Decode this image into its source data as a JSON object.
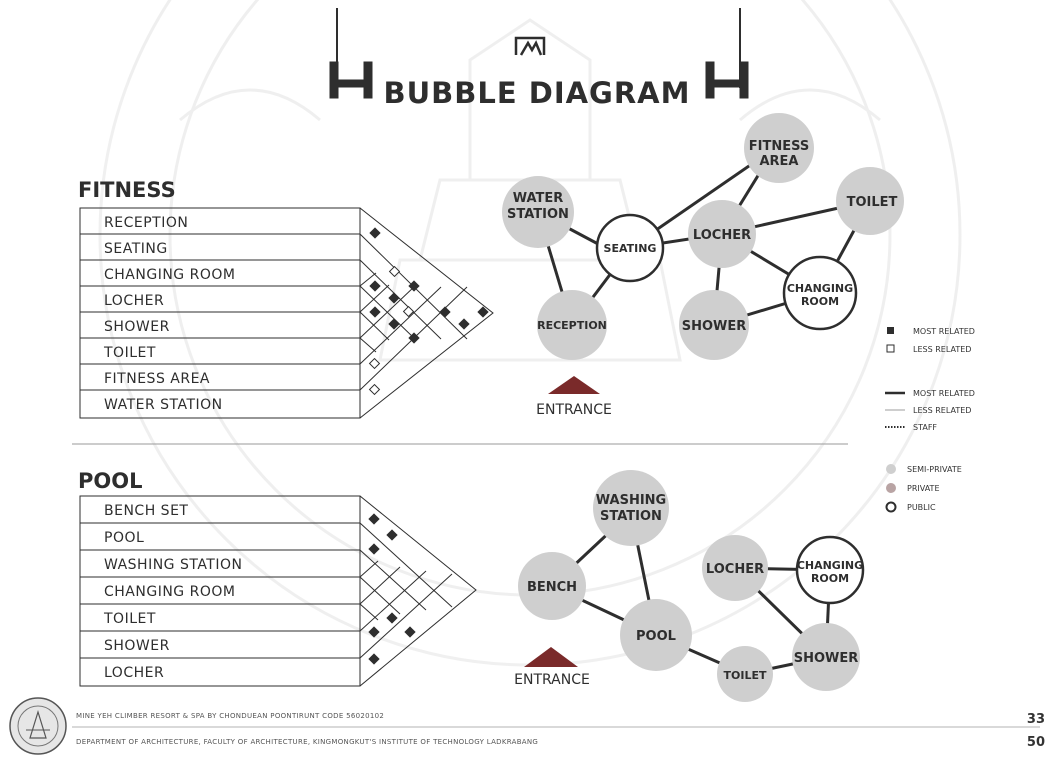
{
  "title": "BUBBLE DIAGRAM",
  "fitness": {
    "heading": "FITNESS",
    "rows": [
      "RECEPTION",
      "SEATING",
      "CHANGING ROOM",
      "LOCHER",
      "SHOWER",
      "TOILET",
      "FITNESS AREA",
      "WATER STATION"
    ],
    "bubbles": {
      "water_station_1": "WATER",
      "water_station_2": "STATION",
      "seating": "SEATING",
      "reception": "RECEPTION",
      "fitness_area_1": "FITNESS",
      "fitness_area_2": "AREA",
      "toilet": "TOILET",
      "locher": "LOCHER",
      "changing_1": "CHANGING",
      "changing_2": "ROOM",
      "shower": "SHOWER"
    },
    "entrance": "ENTRANCE"
  },
  "pool": {
    "heading": "POOL",
    "rows": [
      "BENCH SET",
      "POOL",
      "WASHING STATION",
      "CHANGING ROOM",
      "TOILET",
      "SHOWER",
      "LOCHER"
    ],
    "bubbles": {
      "washing_1": "WASHING",
      "washing_2": "STATION",
      "bench": "BENCH",
      "pool": "POOL",
      "locher": "LOCHER",
      "changing_1": "CHANGING",
      "changing_2": "ROOM",
      "shower": "SHOWER",
      "toilet": "TOILET"
    },
    "entrance": "ENTRANCE"
  },
  "legend": {
    "most_related": "MOST RELATED",
    "less_related": "LESS RELATED",
    "line_most": "MOST RELATED",
    "line_less": "LESS RELATED",
    "staff": "STAFF",
    "semi_private": "SEMI-PRIVATE",
    "private": "PRIVATE",
    "public": "PUBLIC"
  },
  "footer": {
    "line1": "MINE YEH CLIMBER RESORT & SPA BY CHONDUEAN POONTIRUNT CODE 56020102",
    "line2": "DEPARTMENT OF ARCHITECTURE, FACULTY OF ARCHITECTURE, KINGMONGKUT'S INSTITUTE OF TECHNOLOGY LADKRABANG",
    "page_current": "33",
    "page_total": "50"
  },
  "colors": {
    "semi_private": "#cfcfcf",
    "private": "#b9a4a4",
    "public": "#ffffff",
    "entrance": "#7a2a2a",
    "line": "#2e2e2e"
  }
}
